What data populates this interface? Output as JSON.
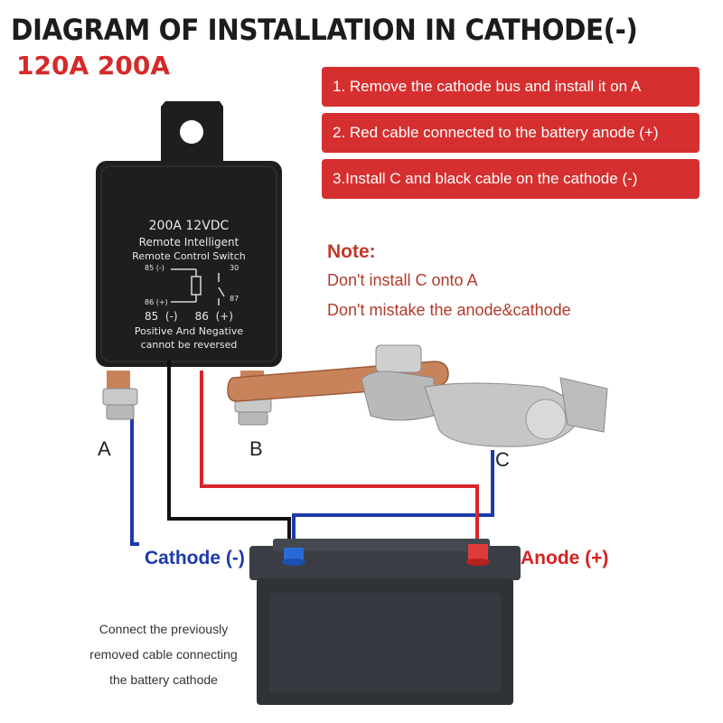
{
  "title": "DIAGRAM OF INSTALLATION IN CATHODE(-)",
  "subtitle": "120A 200A",
  "steps": [
    "1. Remove the cathode bus and install it on A",
    "2. Red cable connected to the battery anode (+)",
    "3.Install C and black cable on the cathode (-)"
  ],
  "note": {
    "title": "Note:",
    "lines": [
      "Don't install C onto A",
      "Don't mistake the anode&cathode"
    ]
  },
  "relay": {
    "line1": "200A  12VDC",
    "line2": "Remote Intelligent",
    "line3": "Remote  Control  Switch",
    "pin85": "85 (-)",
    "pin30": "30",
    "pin86": "86 (+)",
    "pin87": "87",
    "polarity": "85  (-)     86  (+)",
    "line4": "Positive And Negative",
    "line5": "cannot be reversed"
  },
  "terminals": {
    "a": "A",
    "b": "B",
    "c": "C"
  },
  "battery": {
    "cathode_label": "Cathode (-)",
    "anode_label": "Anode (+)"
  },
  "caption": "Connect the previously removed cable connecting the battery cathode",
  "colors": {
    "accent_red": "#d62f2f",
    "wire_red": "#d9262b",
    "wire_blue": "#1d3aa8",
    "wire_black": "#111111",
    "relay_body": "#1e1e1e",
    "battery_body": "#2f3338",
    "copper": "#c9835b"
  }
}
